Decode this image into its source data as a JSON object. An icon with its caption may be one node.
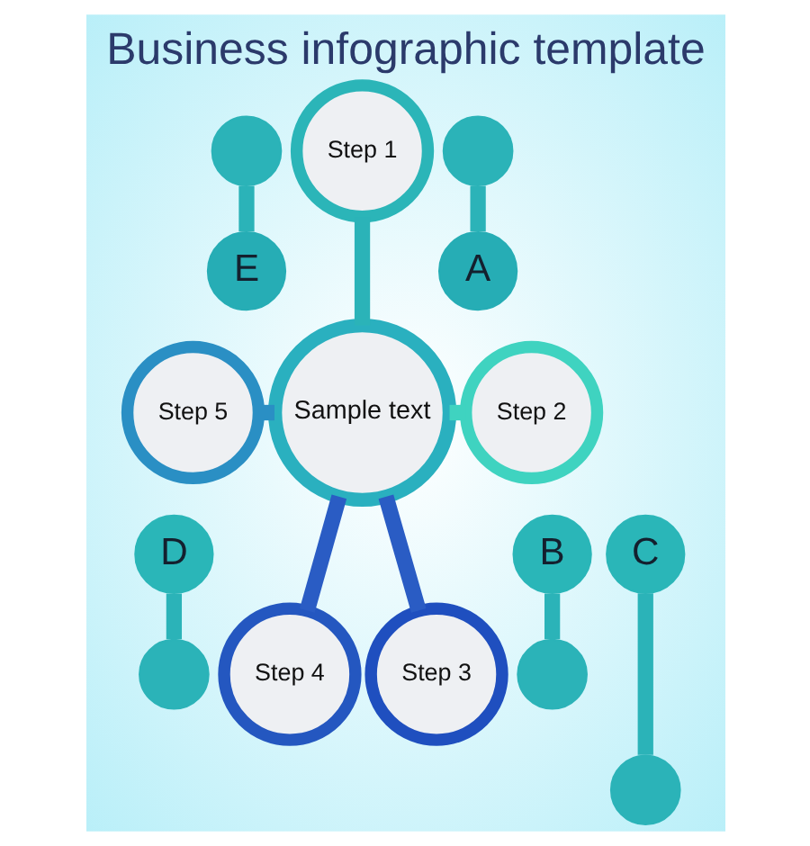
{
  "diagram": {
    "title": "Business infographic template",
    "nodes": [
      {
        "text": [],
        "shape": "circle"
      },
      {
        "text": [
          "Step 1"
        ]
      },
      {
        "text": [],
        "shape": "circle"
      },
      {
        "text": [
          "E"
        ]
      },
      {
        "text": [
          "A"
        ]
      },
      {
        "text": [
          "Step 2"
        ]
      },
      {
        "text": [
          "Step 5"
        ]
      },
      {
        "text": [
          "Sample text"
        ]
      },
      {
        "text": [
          "D"
        ]
      },
      {
        "text": [
          "B"
        ]
      },
      {
        "text": [],
        "shape": "circle"
      },
      {
        "text": [],
        "shape": "circle"
      },
      {
        "text": [
          "C"
        ]
      },
      {
        "text": [
          "Step 4"
        ]
      },
      {
        "text": [
          "Step 3"
        ]
      },
      {
        "text": [],
        "shape": "circle"
      }
    ],
    "edges": [
      {
        "from": 0,
        "to": 3,
        "arrow": "none"
      },
      {
        "from": 2,
        "to": 4,
        "arrow": "none"
      },
      {
        "from": 1,
        "to": 7,
        "arrow": "none"
      },
      {
        "from": 7,
        "to": 5,
        "arrow": "none",
        "color": "#3fd3c0"
      },
      {
        "from": 6,
        "to": 7,
        "arrow": "none",
        "color": "#2a8fc4"
      },
      {
        "from": 7,
        "to": 14,
        "arrow": "none",
        "color": "#2a5cc4"
      },
      {
        "from": 7,
        "to": 13,
        "arrow": "none",
        "color": "#2a5cc4"
      },
      {
        "from": 9,
        "to": 11,
        "arrow": "none"
      },
      {
        "from": 12,
        "to": 15,
        "arrow": "none"
      },
      {
        "from": 8,
        "to": 10,
        "arrow": "none"
      }
    ]
  }
}
